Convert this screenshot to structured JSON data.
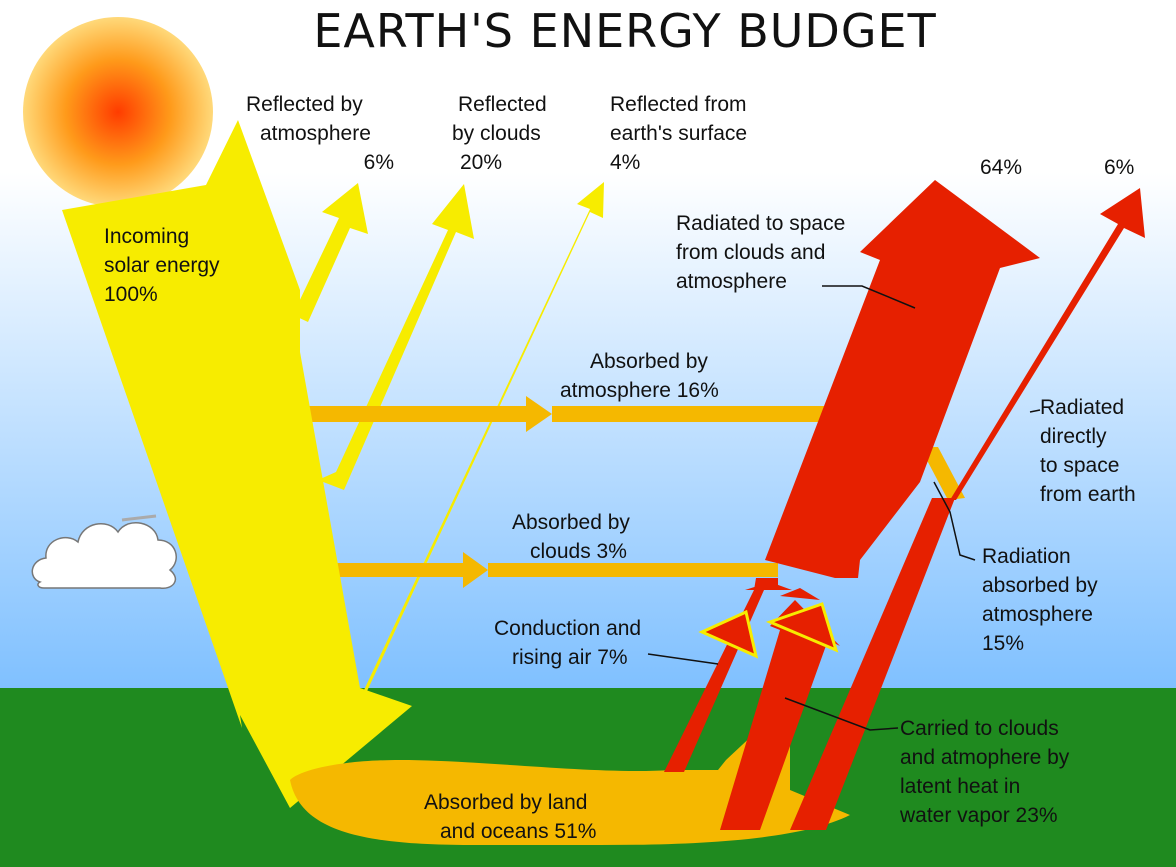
{
  "title": "EARTH'S ENERGY BUDGET",
  "colors": {
    "solar": "#f7ec00",
    "absorbed": "#f5b800",
    "radiated": "#e62000",
    "ground": "#1f8a1f",
    "sky_top": "#ffffff",
    "sky_bottom": "#7fc0ff",
    "sun_core": "#ff4400",
    "sun_edge": "#ffd36a"
  },
  "labels": {
    "incoming": [
      "Incoming",
      "solar energy",
      "100%"
    ],
    "reflected_atmosphere": [
      "Reflected by",
      "atmosphere",
      "6%"
    ],
    "reflected_clouds": [
      "Reflected",
      "by clouds",
      "20%"
    ],
    "reflected_surface": [
      "Reflected from",
      "earth's surface",
      "4%"
    ],
    "radiated_clouds_pct": "64%",
    "radiated_direct_pct": "6%",
    "radiated_clouds": [
      "Radiated to space",
      "from clouds and",
      "atmosphere"
    ],
    "absorbed_atmosphere": [
      "Absorbed by",
      "atmosphere 16%"
    ],
    "radiated_direct": [
      "Radiated",
      "directly",
      "to space",
      "from earth"
    ],
    "absorbed_clouds": [
      "Absorbed by",
      "clouds 3%"
    ],
    "radiation_absorbed": [
      "Radiation",
      "absorbed by",
      "atmosphere",
      "15%"
    ],
    "conduction": [
      "Conduction and",
      "rising air 7%"
    ],
    "latent_heat": [
      "Carried to clouds",
      "and atmophere by",
      "latent heat in",
      "water vapor 23%"
    ],
    "absorbed_land": [
      "Absorbed by land",
      "and oceans 51%"
    ]
  }
}
